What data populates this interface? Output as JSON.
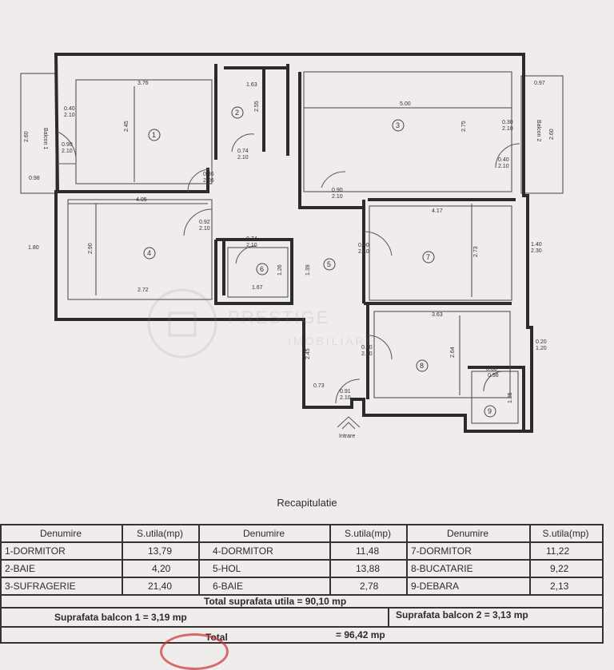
{
  "plan": {
    "balcony_labels": [
      "Balcon 1",
      "Balcon 2"
    ],
    "entrance_label": "Intrare",
    "watermark_text": "PRESTIGE",
    "watermark_sub": "IMOBILIARE",
    "room_numbers": [
      "1",
      "2",
      "3",
      "4",
      "5",
      "6",
      "7",
      "8",
      "9"
    ],
    "dims": {
      "r1_w": "3.76",
      "r1_h": "2.45",
      "r2_w": "1.63",
      "r2_h": "2.55",
      "r3_w": "5.00",
      "r3_h": "2.75",
      "r4_w": "4.05",
      "r4_h": "2.90",
      "r4_w2": "2.72",
      "r6_w": "1.67",
      "r6_h": "1.26",
      "r7_w": "4.17",
      "r7_h": "2.73",
      "r8_w": "3.63",
      "r8_h": "2.64",
      "r9_w": "0.98",
      "r9_h": "1.25",
      "hall_w": "0.73",
      "hall_h": "2.45",
      "hall_v": "1.39",
      "bal1_v": "2.60",
      "bal1_h": "0.98",
      "bal2_h": "0.97",
      "bal2_v": "2.60",
      "left_side": "1.80",
      "door_a": "0.90",
      "door_a2": "2.10",
      "door_b": "0.74",
      "door_b2": "2.10",
      "door_c": "0.86",
      "door_c2": "2.06",
      "door_d": "0.90",
      "door_d2": "2.10",
      "door_e": "0.92",
      "door_e2": "2.10",
      "door_f": "0.80",
      "door_f2": "2.10",
      "door_g": "0.90",
      "door_g2": "2.10",
      "door_h": "0.91",
      "door_h2": "2.10",
      "door_i": "0.40",
      "door_i2": "2.10",
      "door_j": "0.30",
      "door_j2": "2.10",
      "door_k": "0.80",
      "door_k2": "2.10",
      "door_l": "0.74",
      "door_l2": "2.10",
      "door_m": "1.40",
      "door_m2": "2.30",
      "door_n": "0.20",
      "door_n2": "1.20",
      "door_o": "0.40",
      "door_o2": "2.10"
    }
  },
  "recap": {
    "title": "Recapitulatie",
    "col_name": "Denumire",
    "col_area": "S.utila(mp)",
    "rows": [
      [
        "1-DORMITOR",
        "13,79",
        "4-DORMITOR",
        "11,48",
        "7-DORMITOR",
        "11,22"
      ],
      [
        "2-BAIE",
        "4,20",
        "5-HOL",
        "13,88",
        "8-BUCATARIE",
        "9,22"
      ],
      [
        "3-SUFRAGERIE",
        "21,40",
        "6-BAIE",
        "2,78",
        "9-DEBARA",
        "2,13"
      ]
    ],
    "total_util": "Total suprafata utila = 90,10 mp",
    "balcony1": "Suprafata balcon 1 =   3,19 mp",
    "balcony2": "Suprafata balcon 2 =   3,13 mp",
    "total_label": "Total",
    "total_value": "= 96,42 mp"
  }
}
